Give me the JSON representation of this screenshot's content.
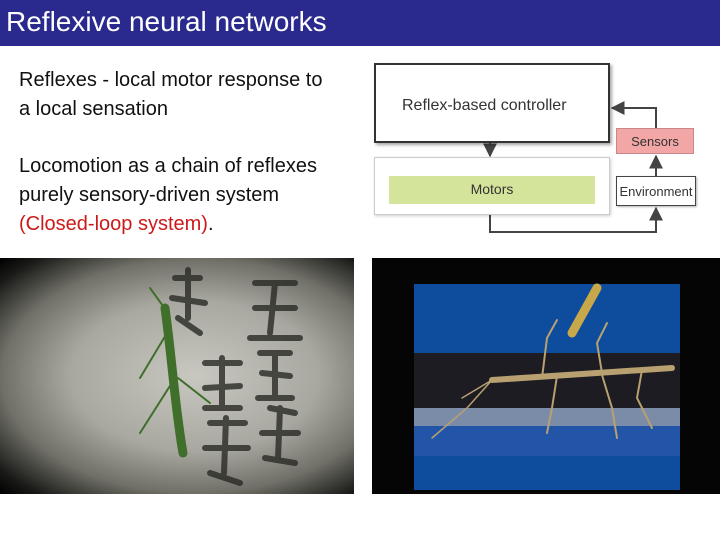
{
  "slide": {
    "title": "Reflexive neural networks",
    "para1_line1": "Reflexes - local motor response to",
    "para1_line2": "a local sensation",
    "para2_line1": "Locomotion as a chain of reflexes",
    "para2_line2": "purely sensory-driven system",
    "para2_red": "(Closed-loop system)",
    "para2_end": "."
  },
  "diagram": {
    "controller": "Reflex-based controller",
    "motors": "Motors",
    "sensors": "Sensors",
    "environment": "Environment"
  },
  "colors": {
    "title_bar": "#2a2a8e",
    "emphasis_red": "#cc1a1a",
    "sensors_fill": "#f2a6a6",
    "motors_fill": "#d4e49a"
  },
  "photos": {
    "left": "stone-inscription-with-insect",
    "right": "stick-insect-on-rod"
  }
}
